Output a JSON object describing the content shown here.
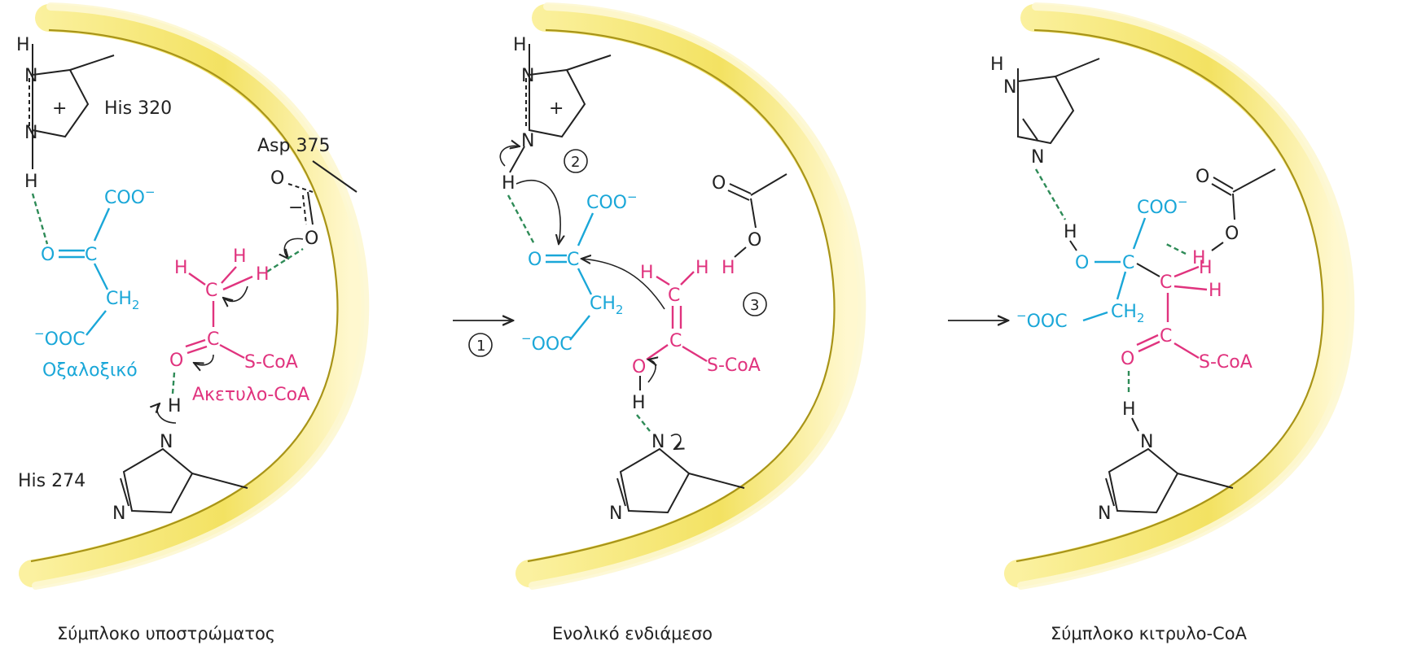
{
  "panels": [
    {
      "caption": "Σύμπλοκο υποστρώματος",
      "residues": {
        "his_top": "His 320",
        "asp": "Asp 375",
        "his_bottom": "His 274"
      },
      "molecules": {
        "oxaloacetate": "Οξαλοξικό",
        "acetyl_coa": "Ακετυλο-CoA"
      },
      "groups": {
        "coo_top": "COO",
        "ooc_bottom": "OOC",
        "ch2": "CH",
        "sub2": "2",
        "minus": "−",
        "scoa": "S-CoA",
        "plus": "+"
      }
    },
    {
      "caption": "Ενολικό ενδιάμεσο",
      "groups": {
        "coo_top": "COO",
        "ooc_bottom": "OOC",
        "ch2": "CH",
        "sub2": "2",
        "minus": "−",
        "scoa": "S-CoA",
        "plus": "+"
      }
    },
    {
      "caption": "Σύμπλοκο κιτρυλο-CoA",
      "groups": {
        "coo_top": "COO",
        "ooc_bottom": "OOC",
        "ch2": "CH",
        "sub2": "2",
        "minus": "−",
        "scoa": "S-CoA"
      }
    }
  ],
  "steps": {
    "step1": "1",
    "step2": "2",
    "step3": "3"
  },
  "atoms": {
    "H": "H",
    "N": "N",
    "O": "O",
    "C": "C"
  },
  "colors": {
    "enzyme": "#f3e262",
    "enzyme_edge": "#a89418",
    "oxaloacetate": "#1aa7d8",
    "acetyl": "#e0337e",
    "hbond": "#2e8b57"
  }
}
